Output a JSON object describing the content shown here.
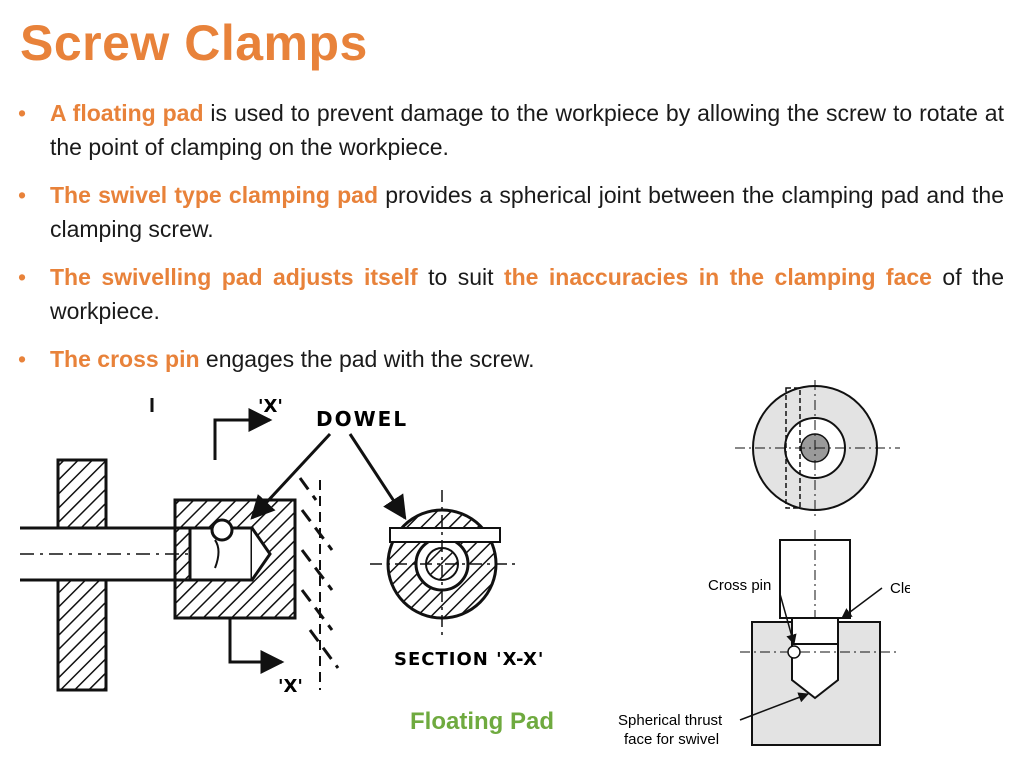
{
  "title": "Screw Clamps",
  "bullets": [
    {
      "parts": [
        {
          "text": "A floating pad",
          "highlight": true
        },
        {
          "text": " is used to prevent damage to the workpiece by allowing the screw to rotate at the point of clamping on the workpiece.",
          "highlight": false
        }
      ]
    },
    {
      "parts": [
        {
          "text": "The swivel type clamping pad",
          "highlight": true
        },
        {
          "text": " provides a spherical joint between the clamping pad and the clamping screw.",
          "highlight": false
        }
      ]
    },
    {
      "parts": [
        {
          "text": "The swivelling pad adjusts itself",
          "highlight": true
        },
        {
          "text": " to suit ",
          "highlight": false
        },
        {
          "text": "the inaccuracies in the clamping face",
          "highlight": true
        },
        {
          "text": " of the workpiece.",
          "highlight": false
        }
      ]
    },
    {
      "parts": [
        {
          "text": "The cross pin",
          "highlight": true
        },
        {
          "text": " engages the pad with the screw.",
          "highlight": false
        }
      ]
    }
  ],
  "figure_left": {
    "label_dowel": "DOWEL",
    "label_x_top": "'X'",
    "label_x_bottom": "'X'",
    "label_section": "SECTION 'X-X'"
  },
  "figure_right": {
    "label_cross_pin": "Cross pin",
    "label_clearance": "Clearance",
    "label_thrust_line1": "Spherical thrust",
    "label_thrust_line2": "face for swivel"
  },
  "caption": "Floating Pad",
  "colors": {
    "accent": "#e8823a",
    "caption": "#6faa3f"
  }
}
